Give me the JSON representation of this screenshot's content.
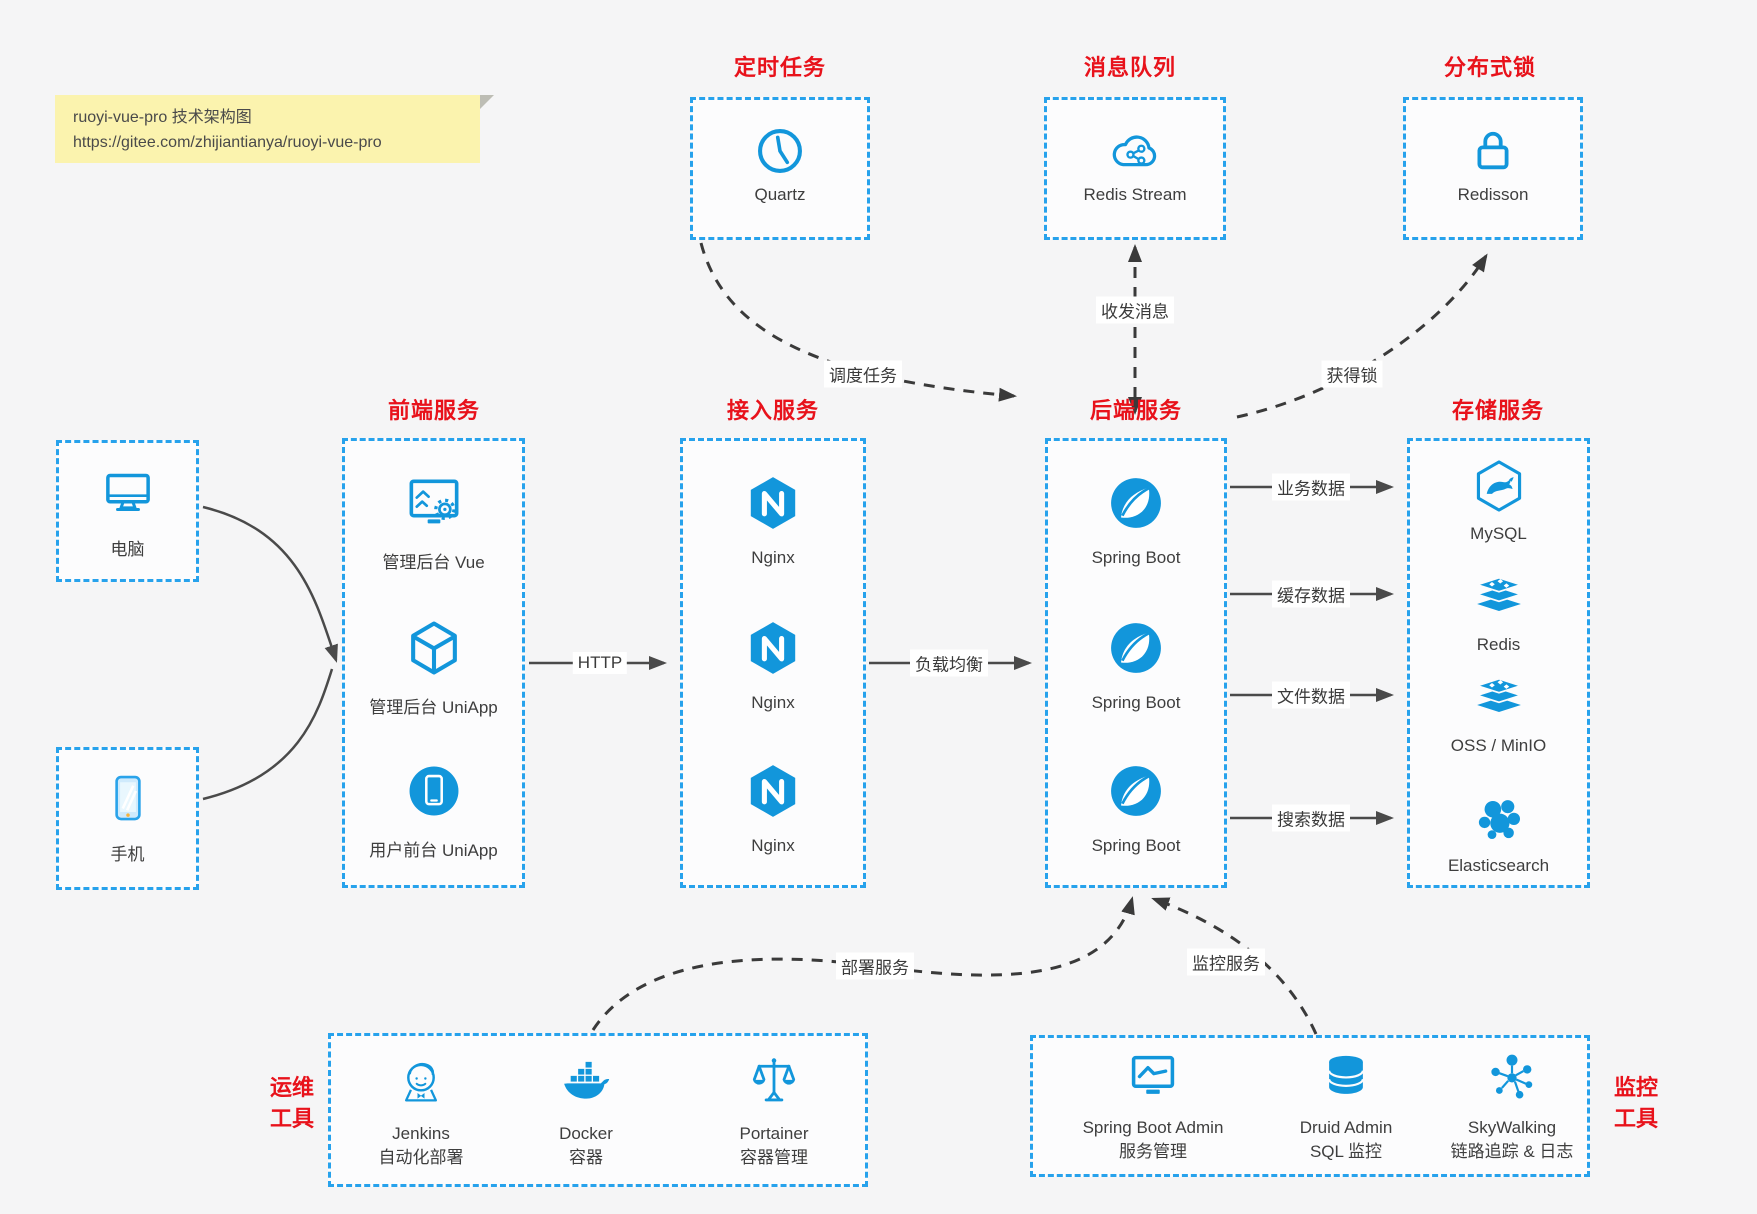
{
  "note": {
    "line1": "ruoyi-vue-pro 技术架构图",
    "line2": "https://gitee.com/zhijiantianya/ruoyi-vue-pro"
  },
  "colors": {
    "icon_blue": "#1296db",
    "box_border_blue": "#27a2ec",
    "title_red": "#e8121b",
    "note_bg": "#fbf3ae",
    "solid_arrow": "#4a4a4a",
    "dashed_arrow": "#3a3a3a"
  },
  "groups": {
    "scheduled": {
      "title": "定时任务",
      "item": "Quartz"
    },
    "mq": {
      "title": "消息队列",
      "item": "Redis Stream"
    },
    "lock": {
      "title": "分布式锁",
      "item": "Redisson"
    },
    "clients": {
      "computer": "电脑",
      "phone": "手机"
    },
    "frontend": {
      "title": "前端服务",
      "items": [
        "管理后台 Vue",
        "管理后台 UniApp",
        "用户前台 UniApp"
      ]
    },
    "gateway": {
      "title": "接入服务",
      "items": [
        "Nginx",
        "Nginx",
        "Nginx"
      ]
    },
    "backend": {
      "title": "后端服务",
      "items": [
        "Spring Boot",
        "Spring Boot",
        "Spring Boot"
      ]
    },
    "storage": {
      "title": "存储服务",
      "items": [
        "MySQL",
        "Redis",
        "OSS / MinIO",
        "Elasticsearch"
      ]
    },
    "ops": {
      "title": "运维工具",
      "title_line1": "运维",
      "title_line2": "工具",
      "items": [
        {
          "name": "Jenkins",
          "desc": "自动化部署"
        },
        {
          "name": "Docker",
          "desc": "容器"
        },
        {
          "name": "Portainer",
          "desc": "容器管理"
        }
      ]
    },
    "monitoring": {
      "title": "监控工具",
      "title_line1": "监控",
      "title_line2": "工具",
      "items": [
        {
          "name": "Spring Boot Admin",
          "desc": "服务管理"
        },
        {
          "name": "Druid Admin",
          "desc": "SQL 监控"
        },
        {
          "name": "SkyWalking",
          "desc": "链路追踪 & 日志"
        }
      ]
    }
  },
  "edges": {
    "http": "HTTP",
    "load_balance": "负载均衡",
    "business_data": "业务数据",
    "cache_data": "缓存数据",
    "file_data": "文件数据",
    "search_data": "搜索数据",
    "schedule_task": "调度任务",
    "send_receive_message": "收发消息",
    "acquire_lock": "获得锁",
    "deploy_service": "部署服务",
    "monitor_service": "监控服务"
  }
}
